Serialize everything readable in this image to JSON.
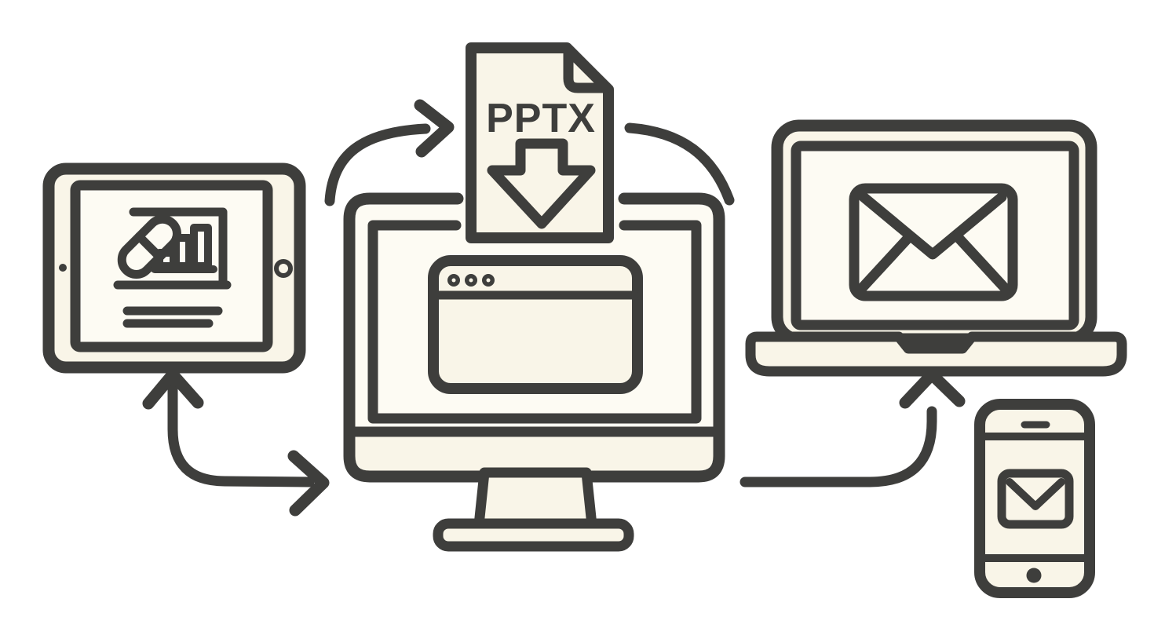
{
  "background": "#ffffff",
  "colors": {
    "line": "#3e3e3c",
    "device_fill": "#f9f5e8",
    "screen_fill": "#fdfbf3"
  },
  "file": {
    "label": "PPTX",
    "icon": "download-arrow-icon"
  },
  "devices": {
    "tablet": {
      "name": "tablet",
      "screen_icons": [
        "pill-icon",
        "bar-chart-icon",
        "text-lines"
      ]
    },
    "monitor": {
      "name": "desktop-monitor",
      "screen_icons": [
        "browser-window-icon"
      ]
    },
    "laptop": {
      "name": "laptop",
      "screen_icons": [
        "email-envelope-icon"
      ]
    },
    "phone": {
      "name": "smartphone",
      "screen_icons": [
        "email-envelope-icon",
        "speaker-slot",
        "home-button"
      ]
    }
  },
  "connectors": [
    {
      "from": "tablet",
      "to": "monitor",
      "style": "curved-double-headed-arrow"
    },
    {
      "from": "monitor",
      "to": "pptx-file",
      "style": "curved-arrow"
    },
    {
      "from": "pptx-file",
      "to": "laptop",
      "style": "curved-arc"
    },
    {
      "from": "monitor",
      "to": "laptop",
      "style": "curved-arrow"
    }
  ]
}
